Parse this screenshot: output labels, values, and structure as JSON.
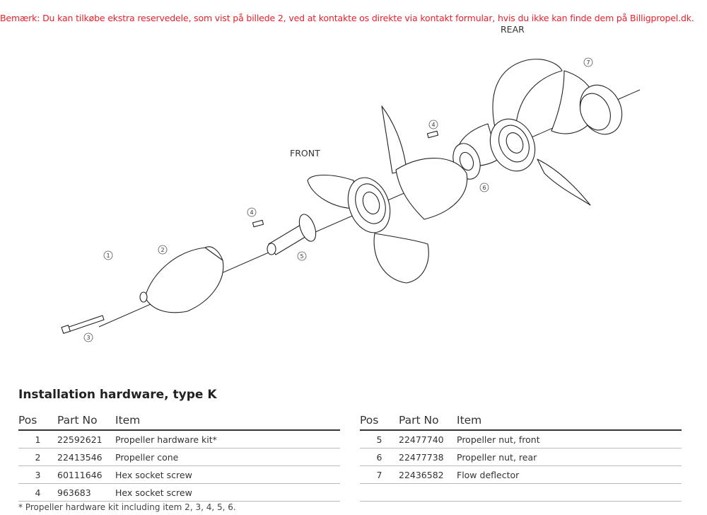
{
  "notice": "Bemærk: Du kan tilkøbe ekstra reservedele, som vist på billede 2, ved at kontakte os direkte via kontakt formular, hvis du ikke kan finde dem på Billigpropel.dk.",
  "diagram": {
    "label_rear": "REAR",
    "label_front": "FRONT",
    "callouts": [
      "1",
      "2",
      "3",
      "4",
      "4",
      "5",
      "6",
      "7"
    ]
  },
  "title": "Installation hardware, type K",
  "table": {
    "headers": [
      "Pos",
      "Part No",
      "Item"
    ],
    "left_rows": [
      {
        "pos": "1",
        "part": "22592621",
        "item": "Propeller hardware kit*"
      },
      {
        "pos": "2",
        "part": "22413546",
        "item": "Propeller cone"
      },
      {
        "pos": "3",
        "part": "60111646",
        "item": "Hex socket screw"
      },
      {
        "pos": "4",
        "part": "963683",
        "item": "Hex socket screw"
      }
    ],
    "right_rows": [
      {
        "pos": "5",
        "part": "22477740",
        "item": "Propeller nut, front"
      },
      {
        "pos": "6",
        "part": "22477738",
        "item": "Propeller nut, rear"
      },
      {
        "pos": "7",
        "part": "22436582",
        "item": "Flow deflector"
      },
      {
        "pos": "",
        "part": "",
        "item": ""
      }
    ]
  },
  "footnote": "* Propeller hardware kit including item 2, 3, 4, 5, 6.",
  "colors": {
    "notice": "#e8202a",
    "text": "#222222"
  }
}
